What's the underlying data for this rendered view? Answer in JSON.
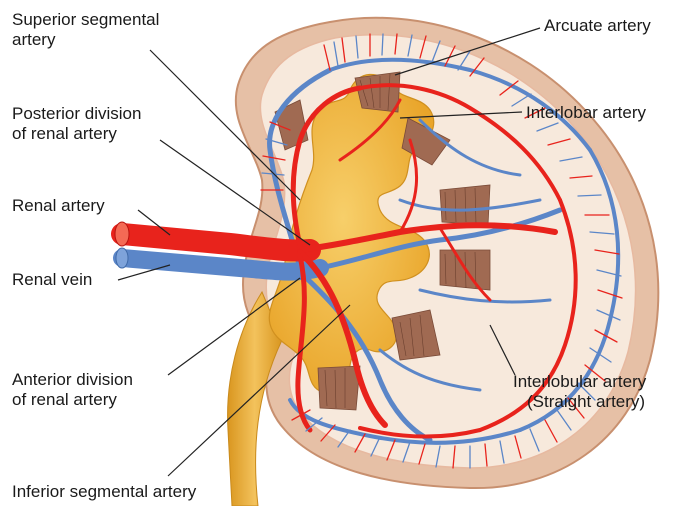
{
  "labels": {
    "superior_segmental_artery": [
      "Superior segmental",
      "artery"
    ],
    "posterior_division": [
      "Posterior division",
      "of renal artery"
    ],
    "renal_artery": [
      "Renal artery"
    ],
    "renal_vein": [
      "Renal vein"
    ],
    "anterior_division": [
      "Anterior division",
      "of renal artery"
    ],
    "inferior_segmental_artery": [
      "Inferior segmental artery"
    ],
    "arcuate_artery": [
      "Arcuate artery"
    ],
    "interlobar_artery": [
      "Interlobar artery"
    ],
    "interlobular_artery": [
      "Interlobular artery",
      "(Straight artery)"
    ]
  },
  "colors": {
    "artery": "#e8231c",
    "vein": "#5b86c8",
    "cortex": "#f6e7d9",
    "capsule": "#e2b9a0",
    "pelvis": "#f2b640",
    "pyramid": "#8a5a44",
    "leader": "#222222"
  }
}
